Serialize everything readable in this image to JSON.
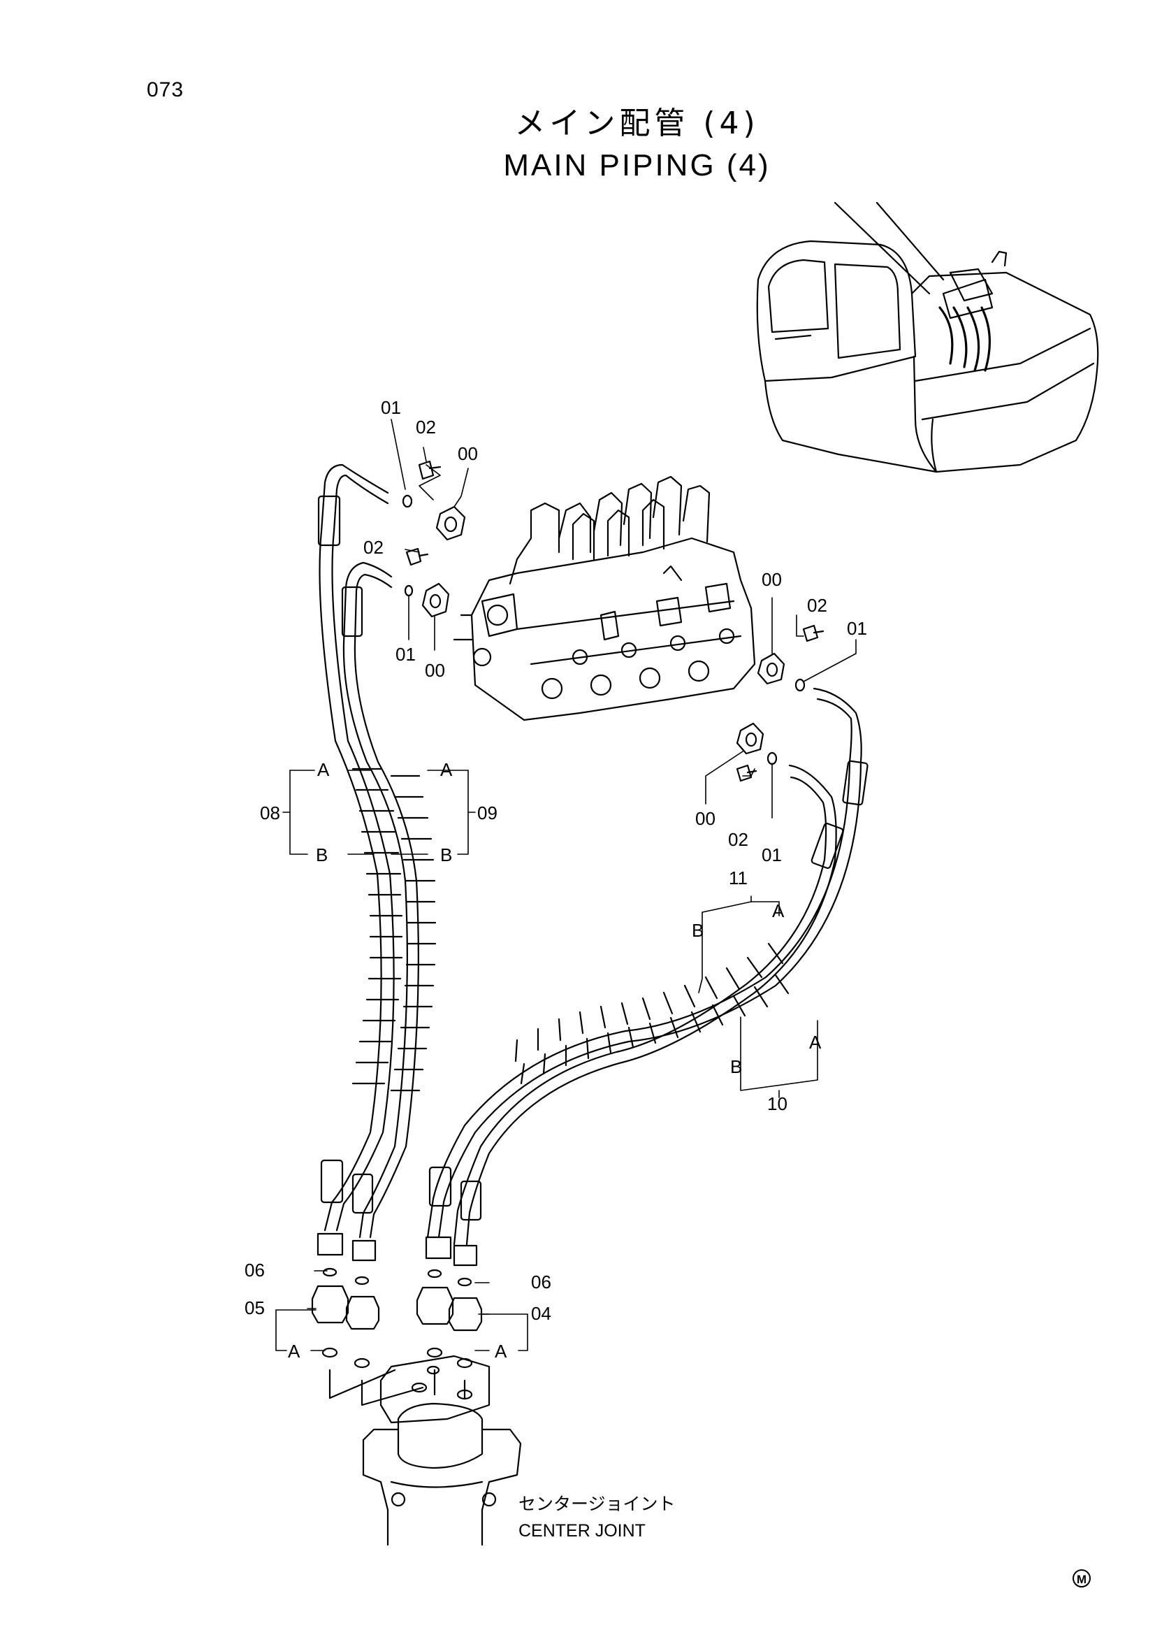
{
  "page_number": "073",
  "title_jp": "メイン配管 (4)",
  "title_en": "MAIN PIPING (4)",
  "callouts": {
    "c01": "01",
    "c02": "02",
    "c00": "00",
    "c04": "04",
    "c05": "05",
    "c06": "06",
    "c08": "08",
    "c09": "09",
    "c10": "10",
    "c11": "11"
  },
  "ends": {
    "a": "A",
    "b": "B"
  },
  "component": {
    "name_jp": "センタージョイント",
    "name_en": "CENTER JOINT"
  },
  "mark": "M"
}
